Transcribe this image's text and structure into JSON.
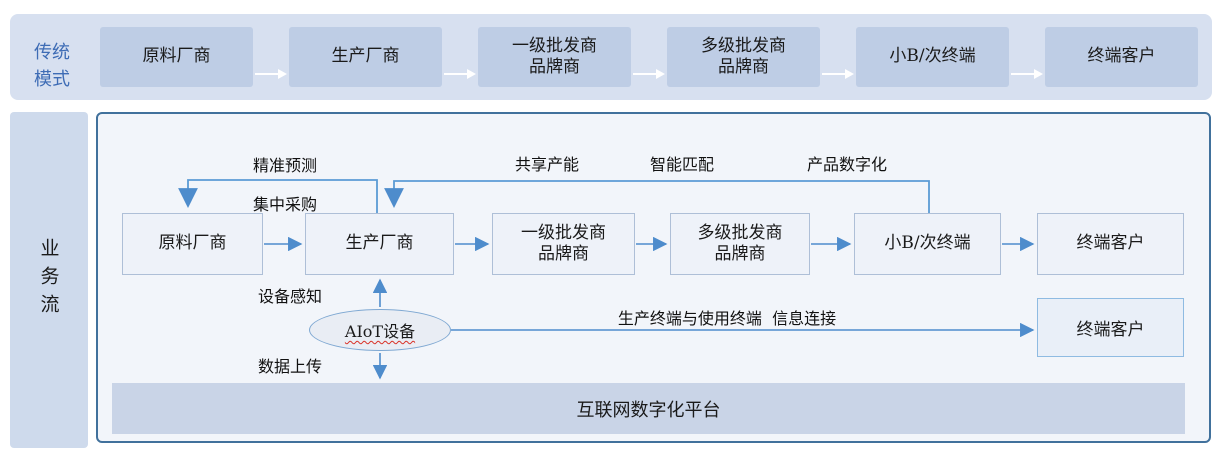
{
  "colors": {
    "strip_bg": "#D7E0F0",
    "strip_node_bg": "#BECDE5",
    "strip_label_text": "#3E6CB5",
    "strip_arrow": "#FFFFFF",
    "side_bar_bg": "#CEDAEC",
    "panel_bg": "#F2F5FA",
    "panel_border": "#41719C",
    "node_bg": "#EEF2F9",
    "node_border": "#AEBFD7",
    "connector_blue": "#4E8CCC",
    "bracket_blue": "#5B9BD5",
    "ellipse_bg": "#E9EDF4",
    "ellipse_border": "#7FA8D2",
    "end_customer2_border": "#8FBBE2",
    "platform_bg": "#C9D4E7",
    "spellcheck_underline": "#D93025"
  },
  "traditional": {
    "label": "传统模式",
    "nodes": [
      "原料厂商",
      "生产厂商",
      "一级批发商\n品牌商",
      "多级批发商\n品牌商",
      "小B/次终端",
      "终端客户"
    ]
  },
  "business": {
    "label": "业务流",
    "nodes": [
      "原料厂商",
      "生产厂商",
      "一级批发商\n品牌商",
      "多级批发商\n品牌商",
      "小B/次终端",
      "终端客户"
    ],
    "second_end_customer": "终端客户",
    "aiot_label": "AIoT设备",
    "platform_label": "互联网数字化平台",
    "connector_labels": {
      "forecast": "精准预测",
      "purchasing": "集中采购",
      "capacity": "共享产能",
      "matching": "智能匹配",
      "digitalization": "产品数字化",
      "sensing": "设备感知",
      "upload": "数据上传",
      "terminal_link": "生产终端与使用终端  信息连接"
    }
  }
}
